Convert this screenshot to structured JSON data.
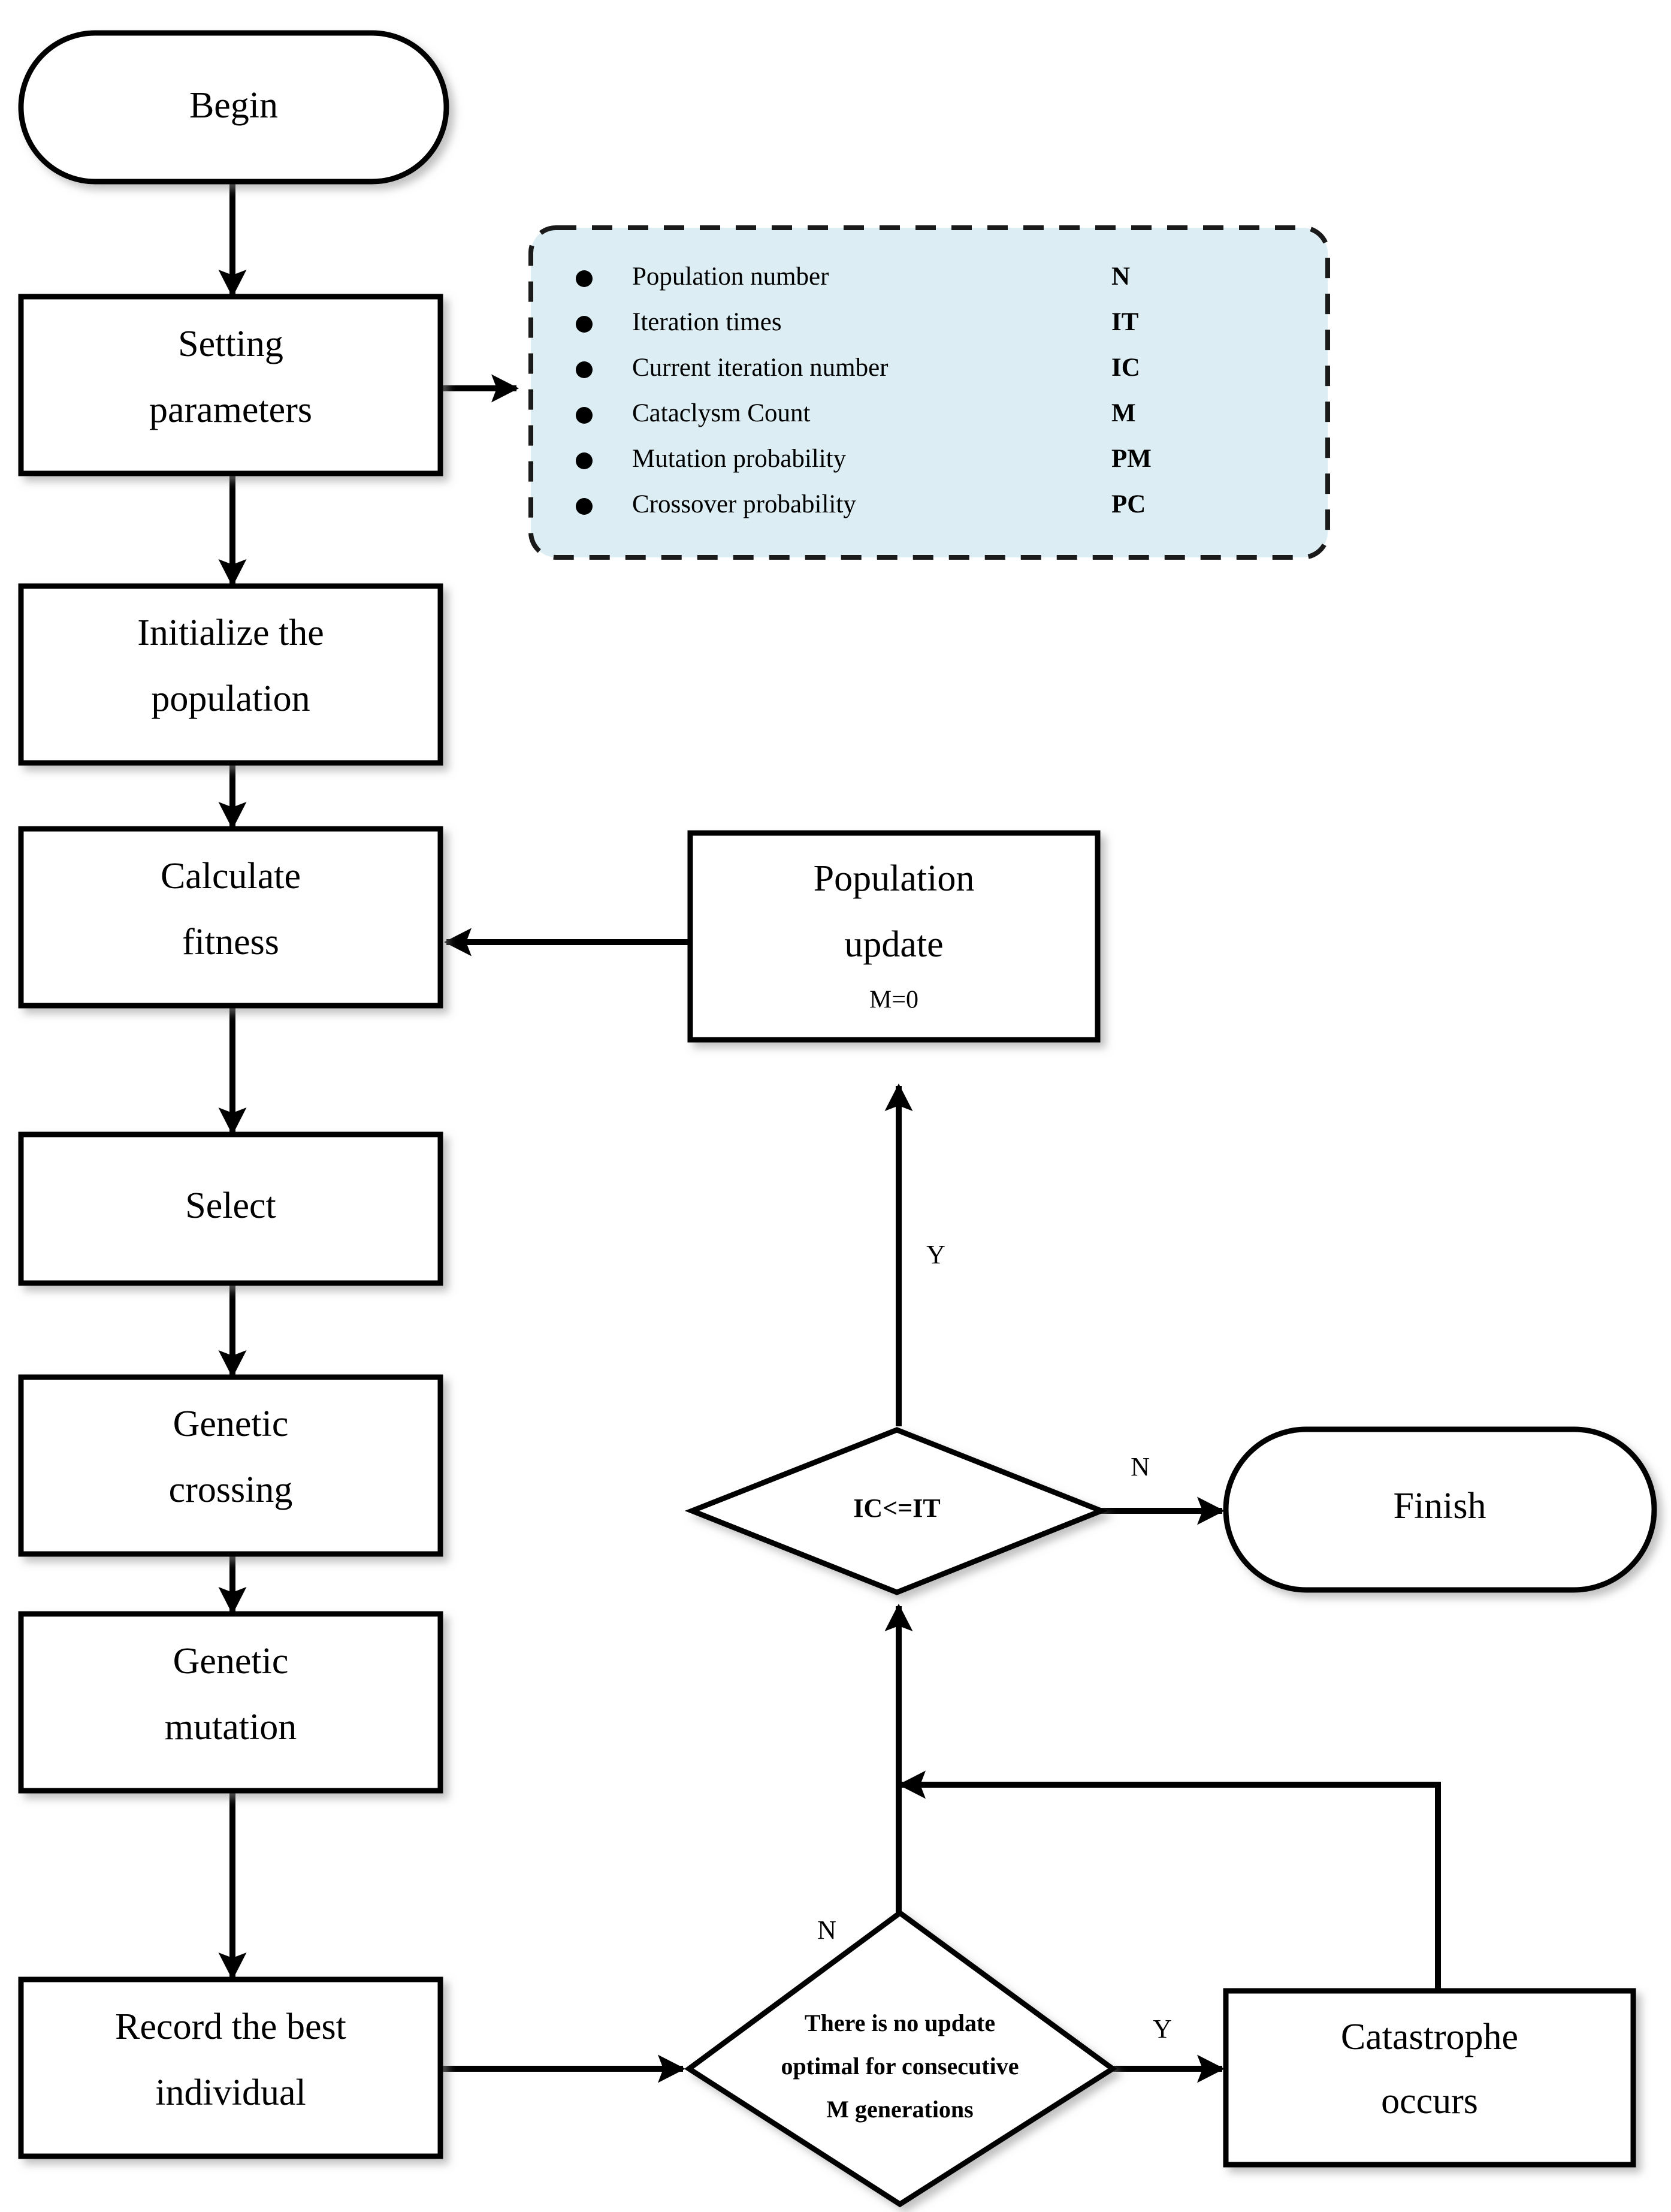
{
  "diagram": {
    "title_visible": false,
    "accent_panel_color": "#dceef3",
    "line_color": "#000000",
    "node_fill": "#ffffff"
  },
  "nodes": {
    "begin": {
      "label": "Begin",
      "shape": "terminator"
    },
    "setting_parameters": {
      "label_line1": "Setting",
      "label_line2": "parameters",
      "shape": "process"
    },
    "initialize": {
      "label_line1": "Initialize the",
      "label_line2": "population",
      "shape": "process"
    },
    "calculate_fitness": {
      "label_line1": "Calculate",
      "label_line2": "fitness",
      "shape": "process"
    },
    "select": {
      "label": "Select",
      "shape": "process"
    },
    "genetic_crossing": {
      "label_line1": "Genetic",
      "label_line2": "crossing",
      "shape": "process"
    },
    "genetic_mutation": {
      "label_line1": "Genetic",
      "label_line2": "mutation",
      "shape": "process"
    },
    "record_best": {
      "label_line1": "Record the best",
      "label_line2": "individual",
      "shape": "process"
    },
    "population_update": {
      "label_line1": "Population",
      "label_line2": "update",
      "label_line3": "M=0",
      "shape": "process"
    },
    "decision_iteration": {
      "label": "IC<=IT",
      "shape": "decision"
    },
    "decision_no_update": {
      "label_line1": "There is no update",
      "label_line2": "optimal for consecutive",
      "label_line3": "M generations",
      "shape": "decision"
    },
    "catastrophe": {
      "label_line1": "Catastrophe",
      "label_line2": "occurs",
      "shape": "process"
    },
    "finish": {
      "label": "Finish",
      "shape": "terminator"
    }
  },
  "edge_labels": {
    "iteration_yes": "Y",
    "iteration_no": "N",
    "no_update_no": "N",
    "no_update_yes": "Y"
  },
  "parameter_panel": {
    "items": [
      {
        "name": "Population number",
        "symbol": "N"
      },
      {
        "name": "Iteration times",
        "symbol": "IT"
      },
      {
        "name": "Current iteration number",
        "symbol": "IC"
      },
      {
        "name": "Cataclysm Count",
        "symbol": "M"
      },
      {
        "name": "Mutation probability",
        "symbol": "PM"
      },
      {
        "name": "Crossover probability",
        "symbol": "PC"
      }
    ]
  }
}
